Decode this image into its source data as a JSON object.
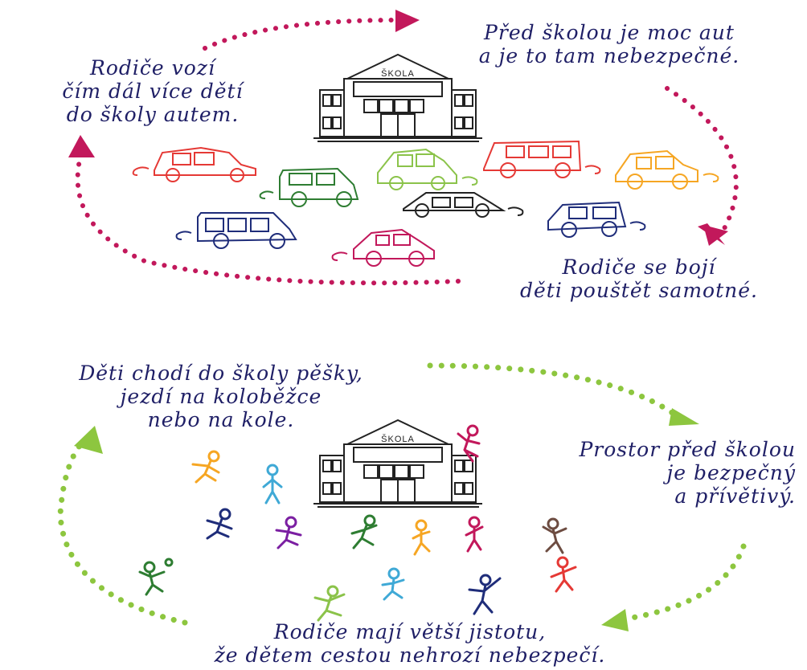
{
  "school_sign": "ŠKOLA",
  "top_cycle": {
    "caption_top_right": "Před školou je moc aut\na je to tam nebezpečné.",
    "caption_bottom_right": "Rodiče se bojí\nděti pouštět samotné.",
    "caption_top_left": "Rodiče vozí\nčím dál více dětí\ndo školy autem.",
    "arrow_color": "#c2185b"
  },
  "bottom_cycle": {
    "caption_top_left": "Děti chodí do školy pěšky,\njezdí na koloběžce\nnebo na kole.",
    "caption_right": "Prostor před školou\nje bezpečný\na přívětivý.",
    "caption_bottom": "Rodiče mají větší jistotu,\nže dětem cestou nehrozí nebezpečí.",
    "arrow_color": "#8dc63f"
  },
  "colors": {
    "text": "#1f1f66",
    "red": "#e53935",
    "green": "#2e7d32",
    "lime": "#8bc34a",
    "orange": "#f6a623",
    "navy": "#1f2d7a",
    "magenta": "#c2185b",
    "blue": "#3fa9d6",
    "purple": "#7b1fa2",
    "black": "#222222",
    "brown": "#6d4c41"
  }
}
